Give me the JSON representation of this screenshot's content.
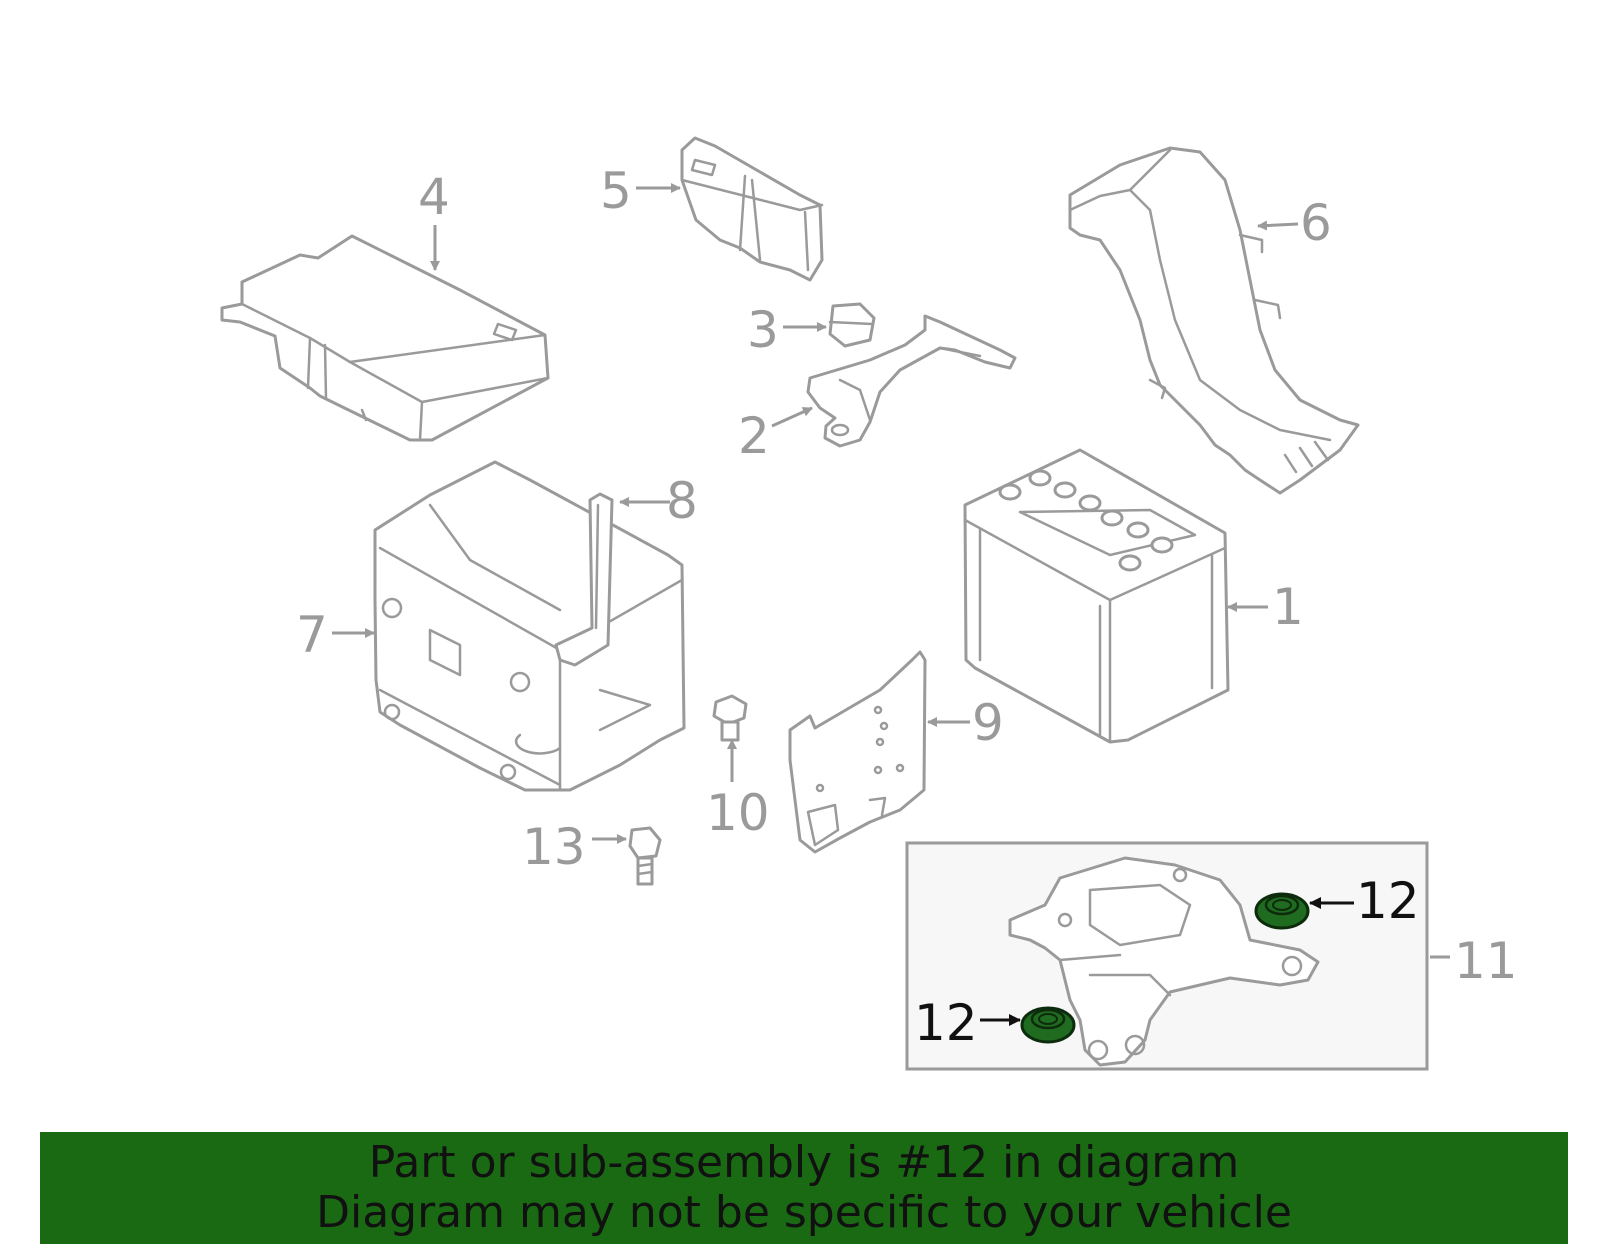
{
  "callouts": {
    "c1": "1",
    "c2": "2",
    "c3": "3",
    "c4": "4",
    "c5": "5",
    "c6": "6",
    "c7": "7",
    "c8": "8",
    "c9": "9",
    "c10": "10",
    "c11": "11",
    "c12a": "12",
    "c12b": "12",
    "c13": "13"
  },
  "highlight": {
    "part_number": "12",
    "color": "#1f6b1f"
  },
  "banner": {
    "line1": "Part or sub-assembly is #12 in diagram",
    "line2": "Diagram may not be specific to your vehicle",
    "background": "#1a6a14"
  },
  "colors": {
    "line_art": "#9a9a9a",
    "highlight_text": "#111111",
    "inset_bg": "#f7f7f7"
  }
}
